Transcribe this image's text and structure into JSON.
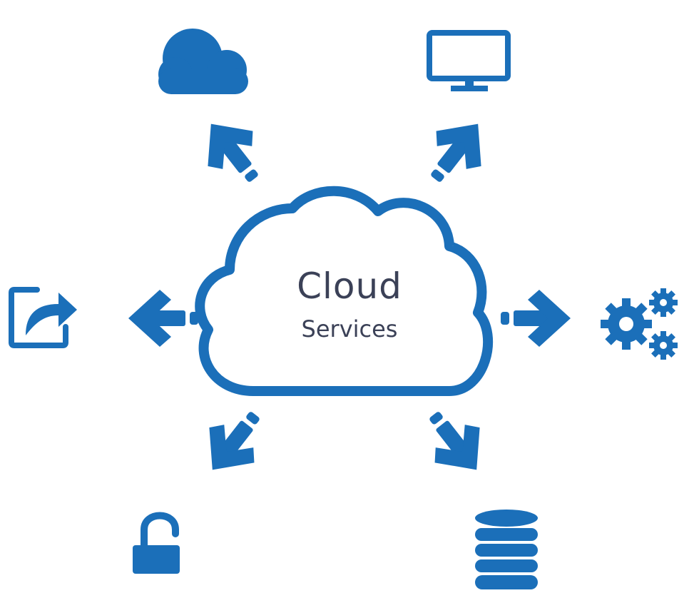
{
  "diagram": {
    "center": {
      "line1": "Cloud",
      "line2": "Services"
    },
    "nodes": [
      {
        "id": "top-left",
        "icon": "cloud-icon"
      },
      {
        "id": "top-right",
        "icon": "monitor-icon"
      },
      {
        "id": "left",
        "icon": "share-icon"
      },
      {
        "id": "right",
        "icon": "gears-icon"
      },
      {
        "id": "bottom-left",
        "icon": "unlock-icon"
      },
      {
        "id": "bottom-right",
        "icon": "database-icon"
      }
    ],
    "colors": {
      "accent": "#1b6fb9",
      "text": "#3b4157",
      "background": "#ffffff"
    }
  }
}
